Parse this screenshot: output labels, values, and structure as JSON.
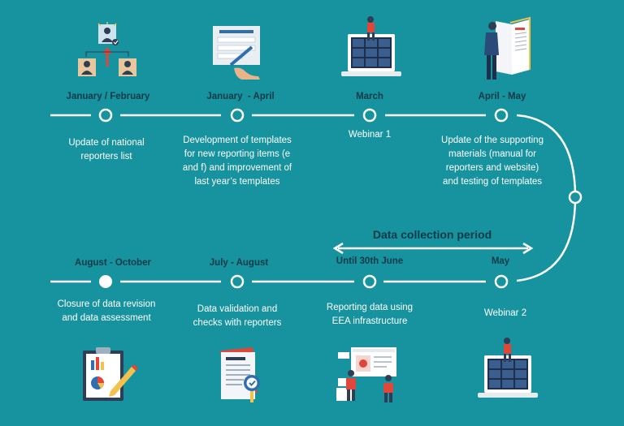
{
  "timeline": {
    "top_row": [
      {
        "period": "January / February",
        "description": "Update of national reporters list",
        "icon": "reporters-network-icon"
      },
      {
        "period": "January  - April",
        "description": "Development of templates for new reporting items (e and f) and improvement of last year’s templates",
        "icon": "template-writing-icon"
      },
      {
        "period": "March",
        "description": "Webinar 1",
        "icon": "webinar-laptop-icon"
      },
      {
        "period": "April - May",
        "description": "Update of the supporting materials (manual for reporters and website) and testing of templates",
        "icon": "reading-manual-icon"
      }
    ],
    "bottom_row": [
      {
        "period": "August - October",
        "description": "Closure of data revision and data assessment",
        "icon": "clipboard-charts-icon"
      },
      {
        "period": "July - August",
        "description": "Data validation and checks with reporters",
        "icon": "document-check-icon"
      },
      {
        "period": "Until 30th June",
        "description": "Reporting data using EEA infrastructure",
        "icon": "reporting-dashboard-icon"
      },
      {
        "period": "May",
        "description": "Webinar 2",
        "icon": "webinar-laptop-icon"
      }
    ],
    "range_label": "Data collection period"
  },
  "colors": {
    "background": "#16939f",
    "line": "#ffffff",
    "label_text": "#0d3a47",
    "body_text": "#ffffff",
    "accent_red": "#e0463a",
    "accent_yellow": "#f2c14e"
  }
}
